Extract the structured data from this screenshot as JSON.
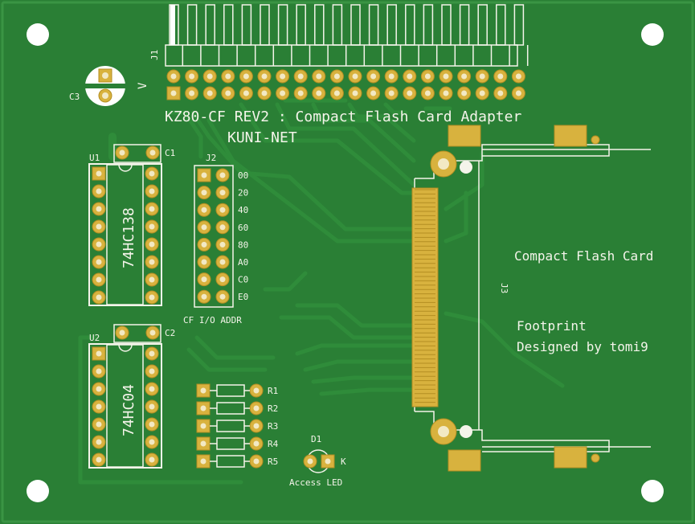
{
  "board": {
    "title": "KZ80-CF REV2 : Compact Flash Card Adapter",
    "author": "KUNI-NET",
    "colors": {
      "board": "#2a7f35",
      "silk": "#f4f4ea",
      "pad": "#d8b23e",
      "trace": "#2f8c3a"
    }
  },
  "connector_j1": {
    "ref": "J1",
    "pin1_marker": "V"
  },
  "cap_c3": {
    "ref": "C3"
  },
  "u1": {
    "ref": "U1",
    "part": "74HC138",
    "cap_ref": "C1"
  },
  "u2": {
    "ref": "U2",
    "part": "74HC04",
    "cap_ref": "C2"
  },
  "j2": {
    "ref": "J2",
    "caption": "CF I/O ADDR",
    "addresses": [
      "00",
      "20",
      "40",
      "60",
      "80",
      "A0",
      "C0",
      "E0"
    ]
  },
  "resistors": [
    "R1",
    "R2",
    "R3",
    "R4",
    "R5"
  ],
  "led": {
    "ref": "D1",
    "cathode": "K",
    "caption": "Access LED"
  },
  "cf_socket": {
    "ref": "J3",
    "label": "Compact Flash Card",
    "footprint_line1": "Footprint",
    "footprint_line2": "Designed by tomi9"
  }
}
